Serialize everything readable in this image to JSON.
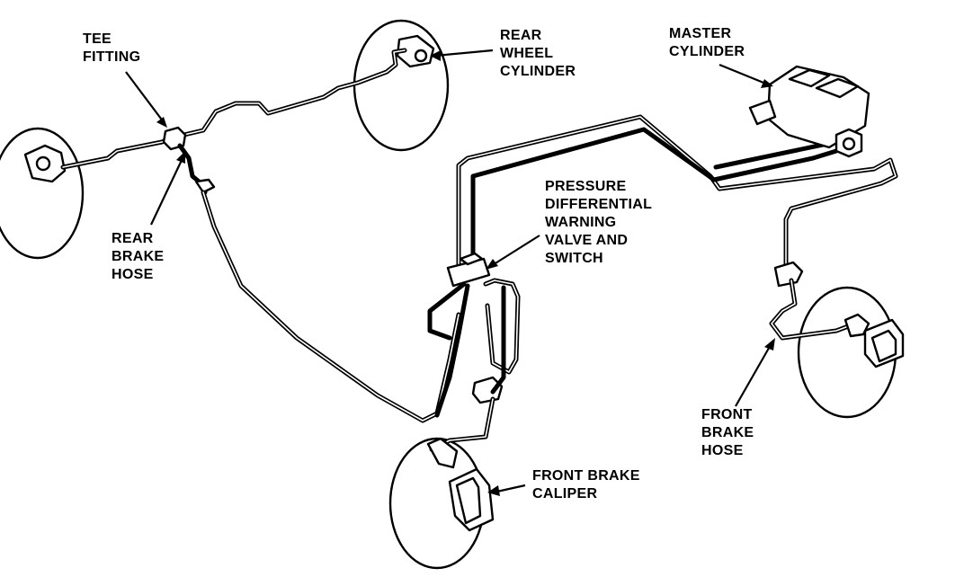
{
  "labels": {
    "tee_fitting": [
      "TEE",
      "FITTING"
    ],
    "rear_wheel_cylinder": [
      "REAR",
      "WHEEL",
      "CYLINDER"
    ],
    "master_cylinder": [
      "MASTER",
      "CYLINDER"
    ],
    "rear_brake_hose": [
      "REAR",
      "BRAKE",
      "HOSE"
    ],
    "pressure_valve": [
      "PRESSURE",
      "DIFFERENTIAL",
      "WARNING",
      "VALVE AND",
      "SWITCH"
    ],
    "front_brake_hose": [
      "FRONT",
      "BRAKE",
      "HOSE"
    ],
    "front_brake_caliper": [
      "FRONT BRAKE",
      "CALIPER"
    ]
  },
  "colors": {
    "ink": "#000000",
    "paper": "#ffffff"
  }
}
